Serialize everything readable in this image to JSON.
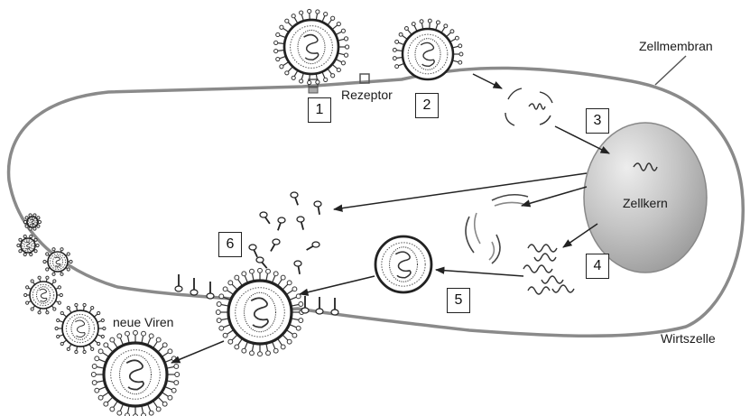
{
  "labels": {
    "membrane": "Zellmembran",
    "receptor": "Rezeptor",
    "nucleus": "Zellkern",
    "new_viruses": "neue Viren",
    "host_cell": "Wirtszelle"
  },
  "steps": [
    "1",
    "2",
    "3",
    "4",
    "5",
    "6"
  ],
  "colors": {
    "membrane": "#8a8a8a",
    "nucleus_fill": "#b9b9b9",
    "nucleus_light": "#e6e6e6",
    "line": "#222222"
  }
}
